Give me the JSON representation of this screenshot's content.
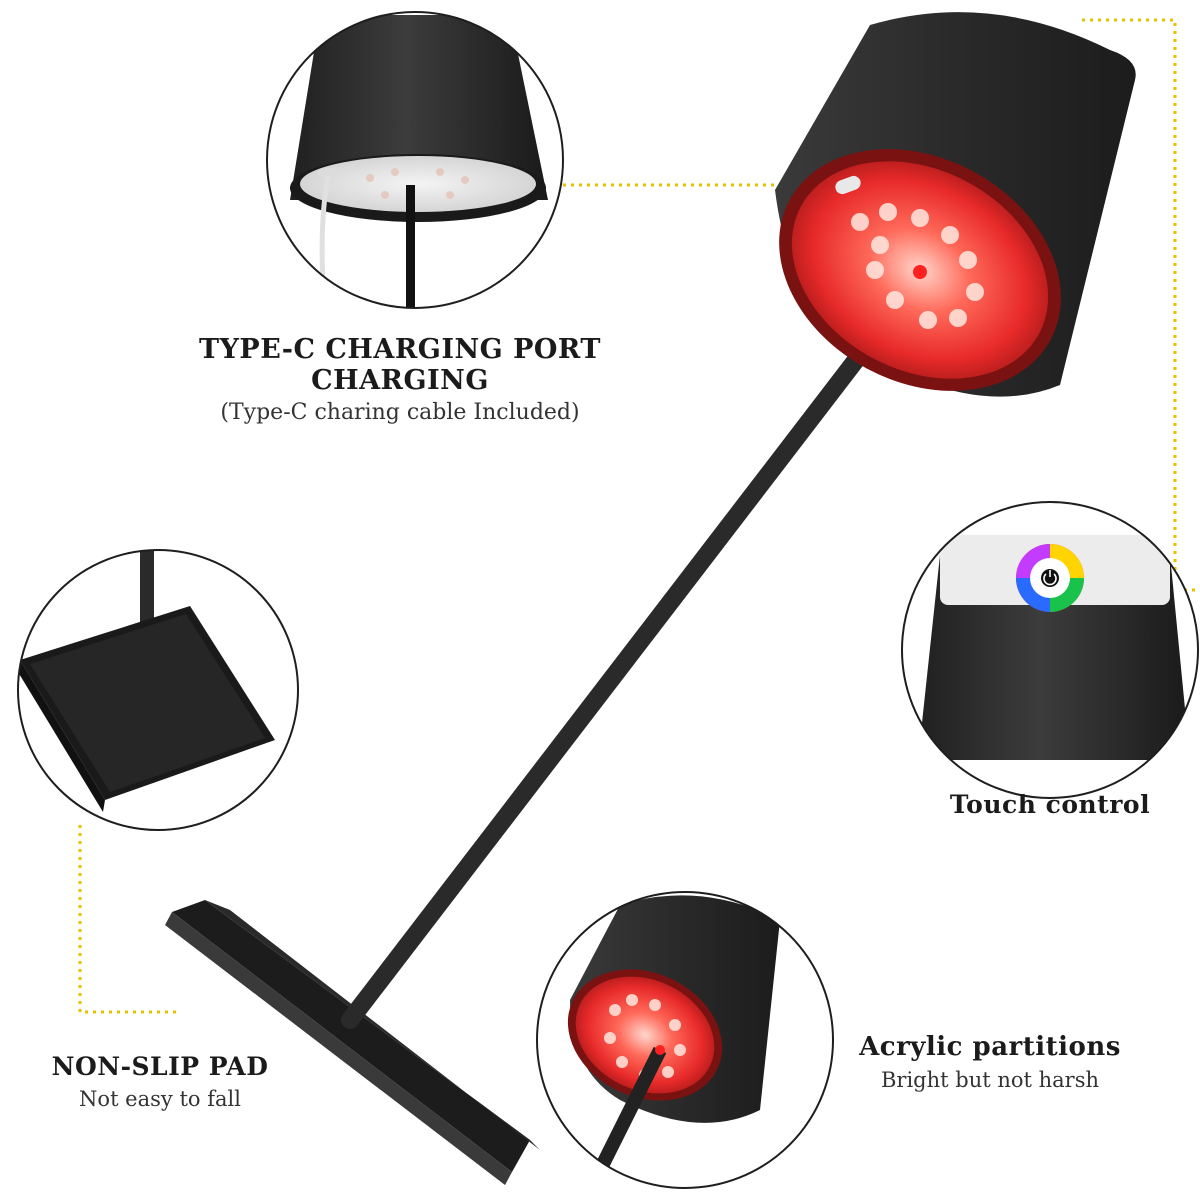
{
  "labels": {
    "typec": {
      "title": "TYPE-C CHARGING PORT CHARGING",
      "subtitle": "(Type-C charing cable Included)"
    },
    "touch": {
      "title": "Touch control"
    },
    "pad": {
      "title": "NON-SLIP PAD",
      "subtitle": "Not easy to fall"
    },
    "acrylic": {
      "title": "Acrylic partitions",
      "subtitle": "Bright but not harsh"
    }
  },
  "colors": {
    "background": "#ffffff",
    "lamp_body": "#2b2b2b",
    "glow_red": "#ff3a3a",
    "leader_line": "#e6c200",
    "circle_border": "#1e1e1e"
  },
  "icons": [
    "power-icon",
    "color-wheel-icon",
    "usb-c-port-icon"
  ]
}
